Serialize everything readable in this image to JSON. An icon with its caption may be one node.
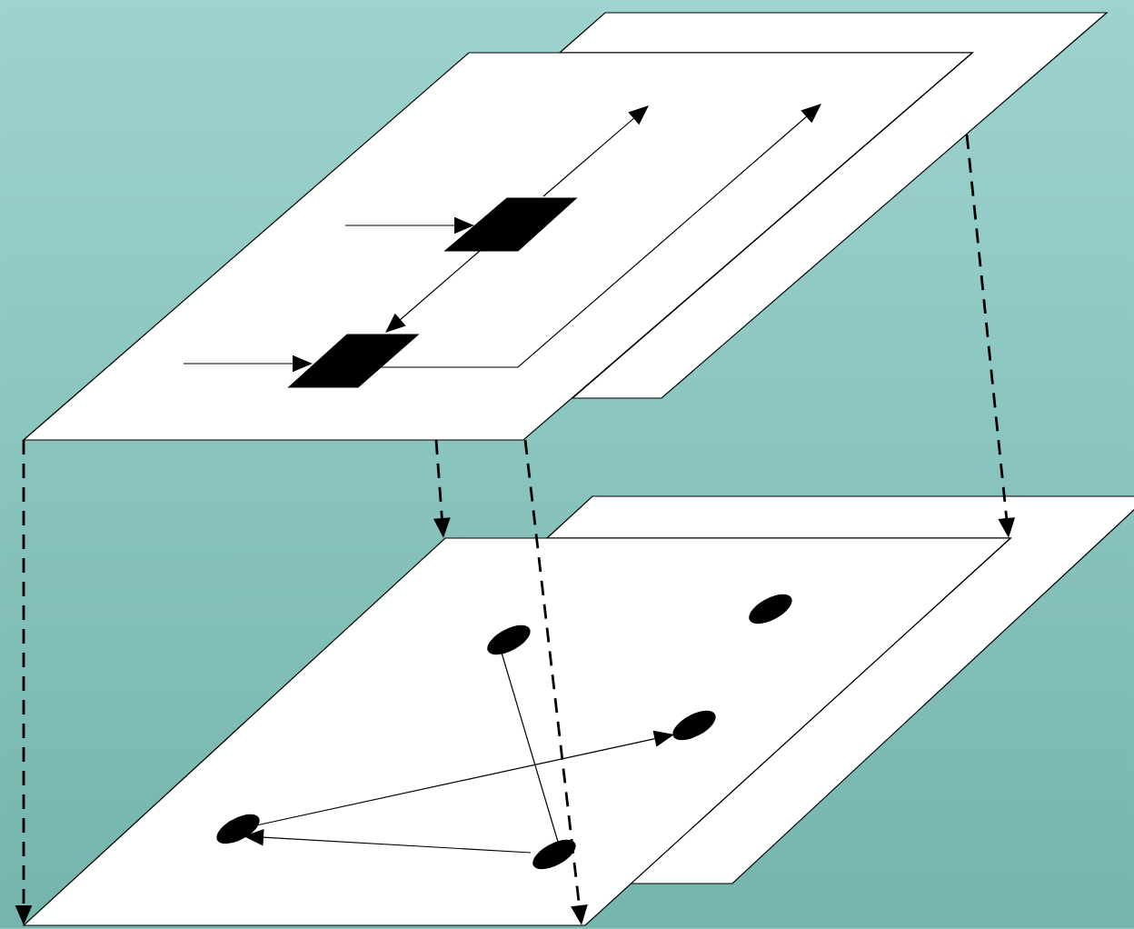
{
  "diagram": {
    "nodes": [
      {
        "text": [],
        "shape": "parallelogram"
      },
      {
        "text": [],
        "shape": "parallelogram",
        "in": 0
      },
      {
        "text": [],
        "shape": "parallelogram",
        "in": 0
      },
      {
        "text": [],
        "shape": "parallelogram"
      },
      {
        "text": [],
        "shape": "ellipse",
        "in": 3
      },
      {
        "text": [],
        "shape": "ellipse",
        "in": 3
      },
      {
        "text": [],
        "shape": "ellipse",
        "in": 3
      },
      {
        "text": [],
        "shape": "ellipse",
        "in": 3
      },
      {
        "text": [],
        "shape": "ellipse",
        "in": 3
      }
    ],
    "edges": [
      {
        "from": null,
        "to": 1,
        "arrow": "to"
      },
      {
        "from": 1,
        "to": null,
        "arrow": "to"
      },
      {
        "from": 1,
        "to": 2,
        "arrow": "to"
      },
      {
        "from": null,
        "to": 2,
        "arrow": "to"
      },
      {
        "from": 2,
        "to": null,
        "arrow": "to"
      },
      {
        "from": 5,
        "to": 8,
        "arrow": "none"
      },
      {
        "from": 7,
        "to": 6,
        "arrow": "to"
      },
      {
        "from": 8,
        "to": 7,
        "arrow": "to"
      },
      {
        "from": 0,
        "to": 3,
        "arrow": "to",
        "style": "dashed"
      },
      {
        "from": 0,
        "to": 3,
        "arrow": "to",
        "style": "dashed"
      },
      {
        "from": 0,
        "to": 3,
        "arrow": "to",
        "style": "dashed"
      },
      {
        "from": null,
        "to": 3,
        "arrow": "to",
        "style": "dashed"
      }
    ]
  }
}
